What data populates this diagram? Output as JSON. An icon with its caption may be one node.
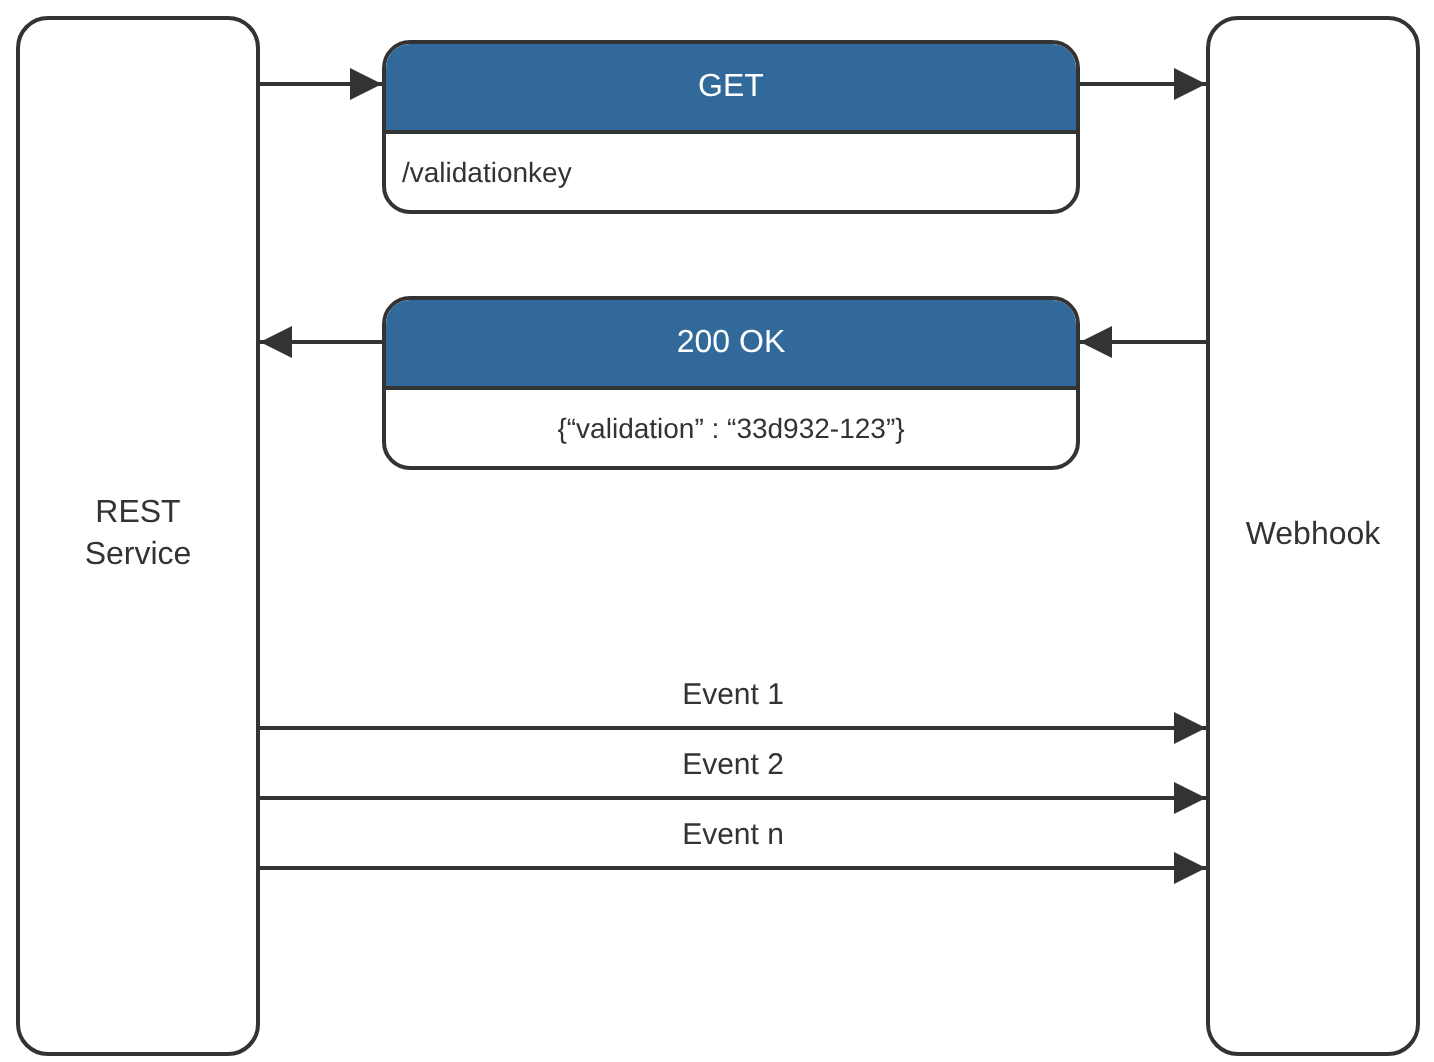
{
  "diagram": {
    "nodes": [
      {
        "text": [
          "REST Service"
        ]
      },
      {
        "text": [
          "Webhook"
        ]
      },
      {
        "text": [
          "GET",
          "/validationkey"
        ]
      },
      {
        "text": [
          "200 OK",
          "{“validation” : “33d932-123”}"
        ]
      }
    ],
    "edges": [
      {
        "from": 0,
        "to": 2,
        "arrow": "to"
      },
      {
        "from": 2,
        "to": 1,
        "arrow": "to"
      },
      {
        "from": 1,
        "to": 3,
        "arrow": "to"
      },
      {
        "from": 3,
        "to": 0,
        "arrow": "to"
      },
      {
        "from": 0,
        "to": 1,
        "arrow": "to",
        "label": "Event 1"
      },
      {
        "from": 0,
        "to": 1,
        "arrow": "to",
        "label": "Event 2"
      },
      {
        "from": 0,
        "to": 1,
        "arrow": "to",
        "label": "Event n"
      }
    ]
  }
}
